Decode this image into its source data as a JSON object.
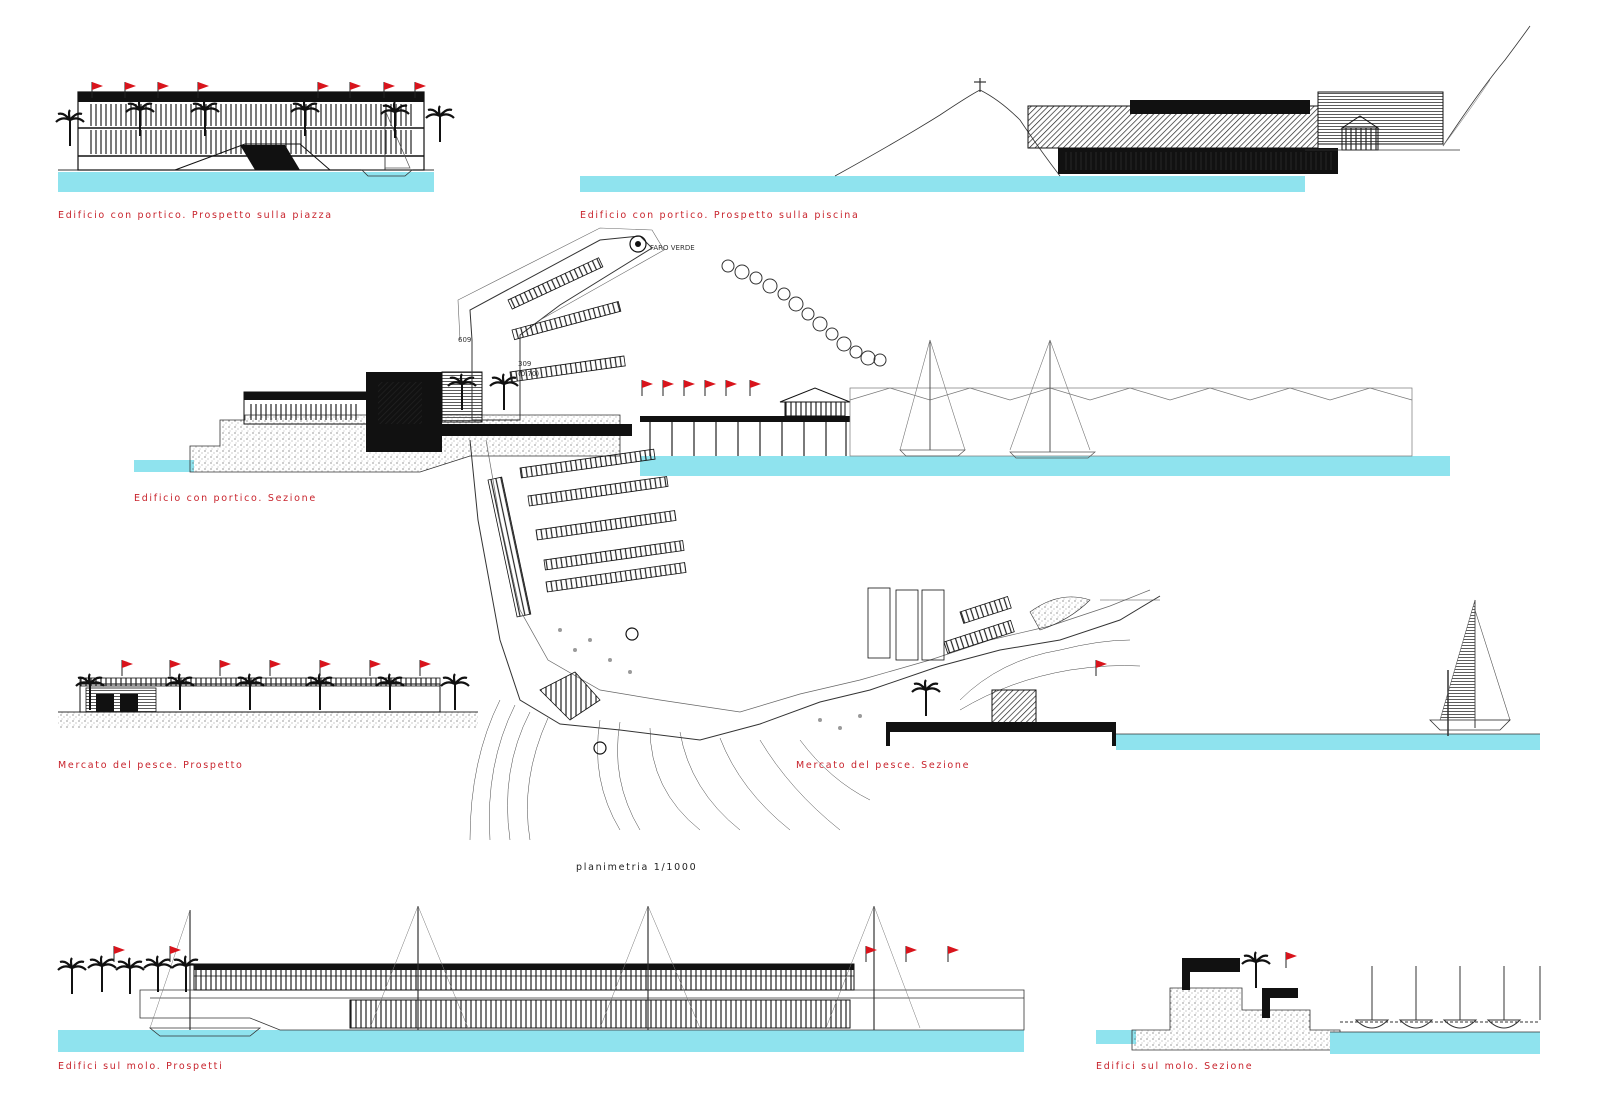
{
  "captions": {
    "portico_piazza": "Edificio con portico. Prospetto sulla piazza",
    "portico_piscina": "Edificio con portico. Prospetto sulla piscina",
    "portico_sezione": "Edificio con portico. Sezione",
    "mercato_prospetto": "Mercato del pesce. Prospetto",
    "mercato_sezione": "Mercato del pesce. Sezione",
    "molo_prospetti": "Edifici sul molo. Prospetti",
    "molo_sezione": "Edifici sul molo. Sezione"
  },
  "plan": {
    "title": "planimetria  1/1000",
    "faro_label": "FARO VERDE",
    "depth_1": "609",
    "depth_2": "309",
    "depth_3": "(0.70)"
  },
  "colors": {
    "water": "#8fe3ee",
    "caption": "#c8232c",
    "flag": "#d8141c",
    "ink": "#111111"
  }
}
